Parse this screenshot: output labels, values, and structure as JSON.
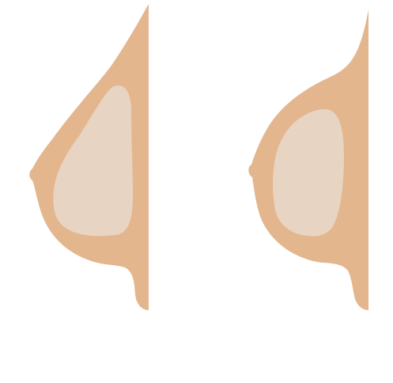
{
  "colors": {
    "background": "#ffffff",
    "tissue": "#e3b68e",
    "implant": "#e8d4c2"
  },
  "figures": [
    {
      "name": "breast-profile-teardrop-implant",
      "implant_shape": "anatomical-teardrop"
    },
    {
      "name": "breast-profile-round-implant",
      "implant_shape": "round"
    }
  ]
}
